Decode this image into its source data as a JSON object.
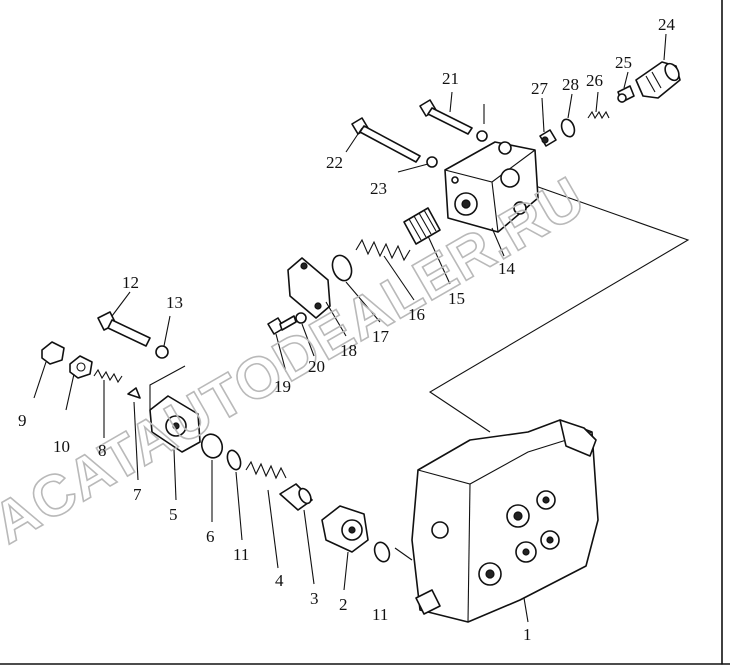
{
  "watermark": "ACATAUTODEALER.RU",
  "callouts": {
    "c1": "1",
    "c2": "2",
    "c3": "3",
    "c4": "4",
    "c5": "5",
    "c6": "6",
    "c7": "7",
    "c8": "8",
    "c9": "9",
    "c10": "10",
    "c11a": "11",
    "c11b": "11",
    "c12": "12",
    "c13": "13",
    "c14": "14",
    "c15": "15",
    "c16": "16",
    "c17": "17",
    "c18": "18",
    "c19": "19",
    "c20": "20",
    "c21": "21",
    "c22": "22",
    "c23": "23",
    "c24": "24",
    "c25": "25",
    "c26": "26",
    "c27": "27",
    "c28": "28"
  }
}
